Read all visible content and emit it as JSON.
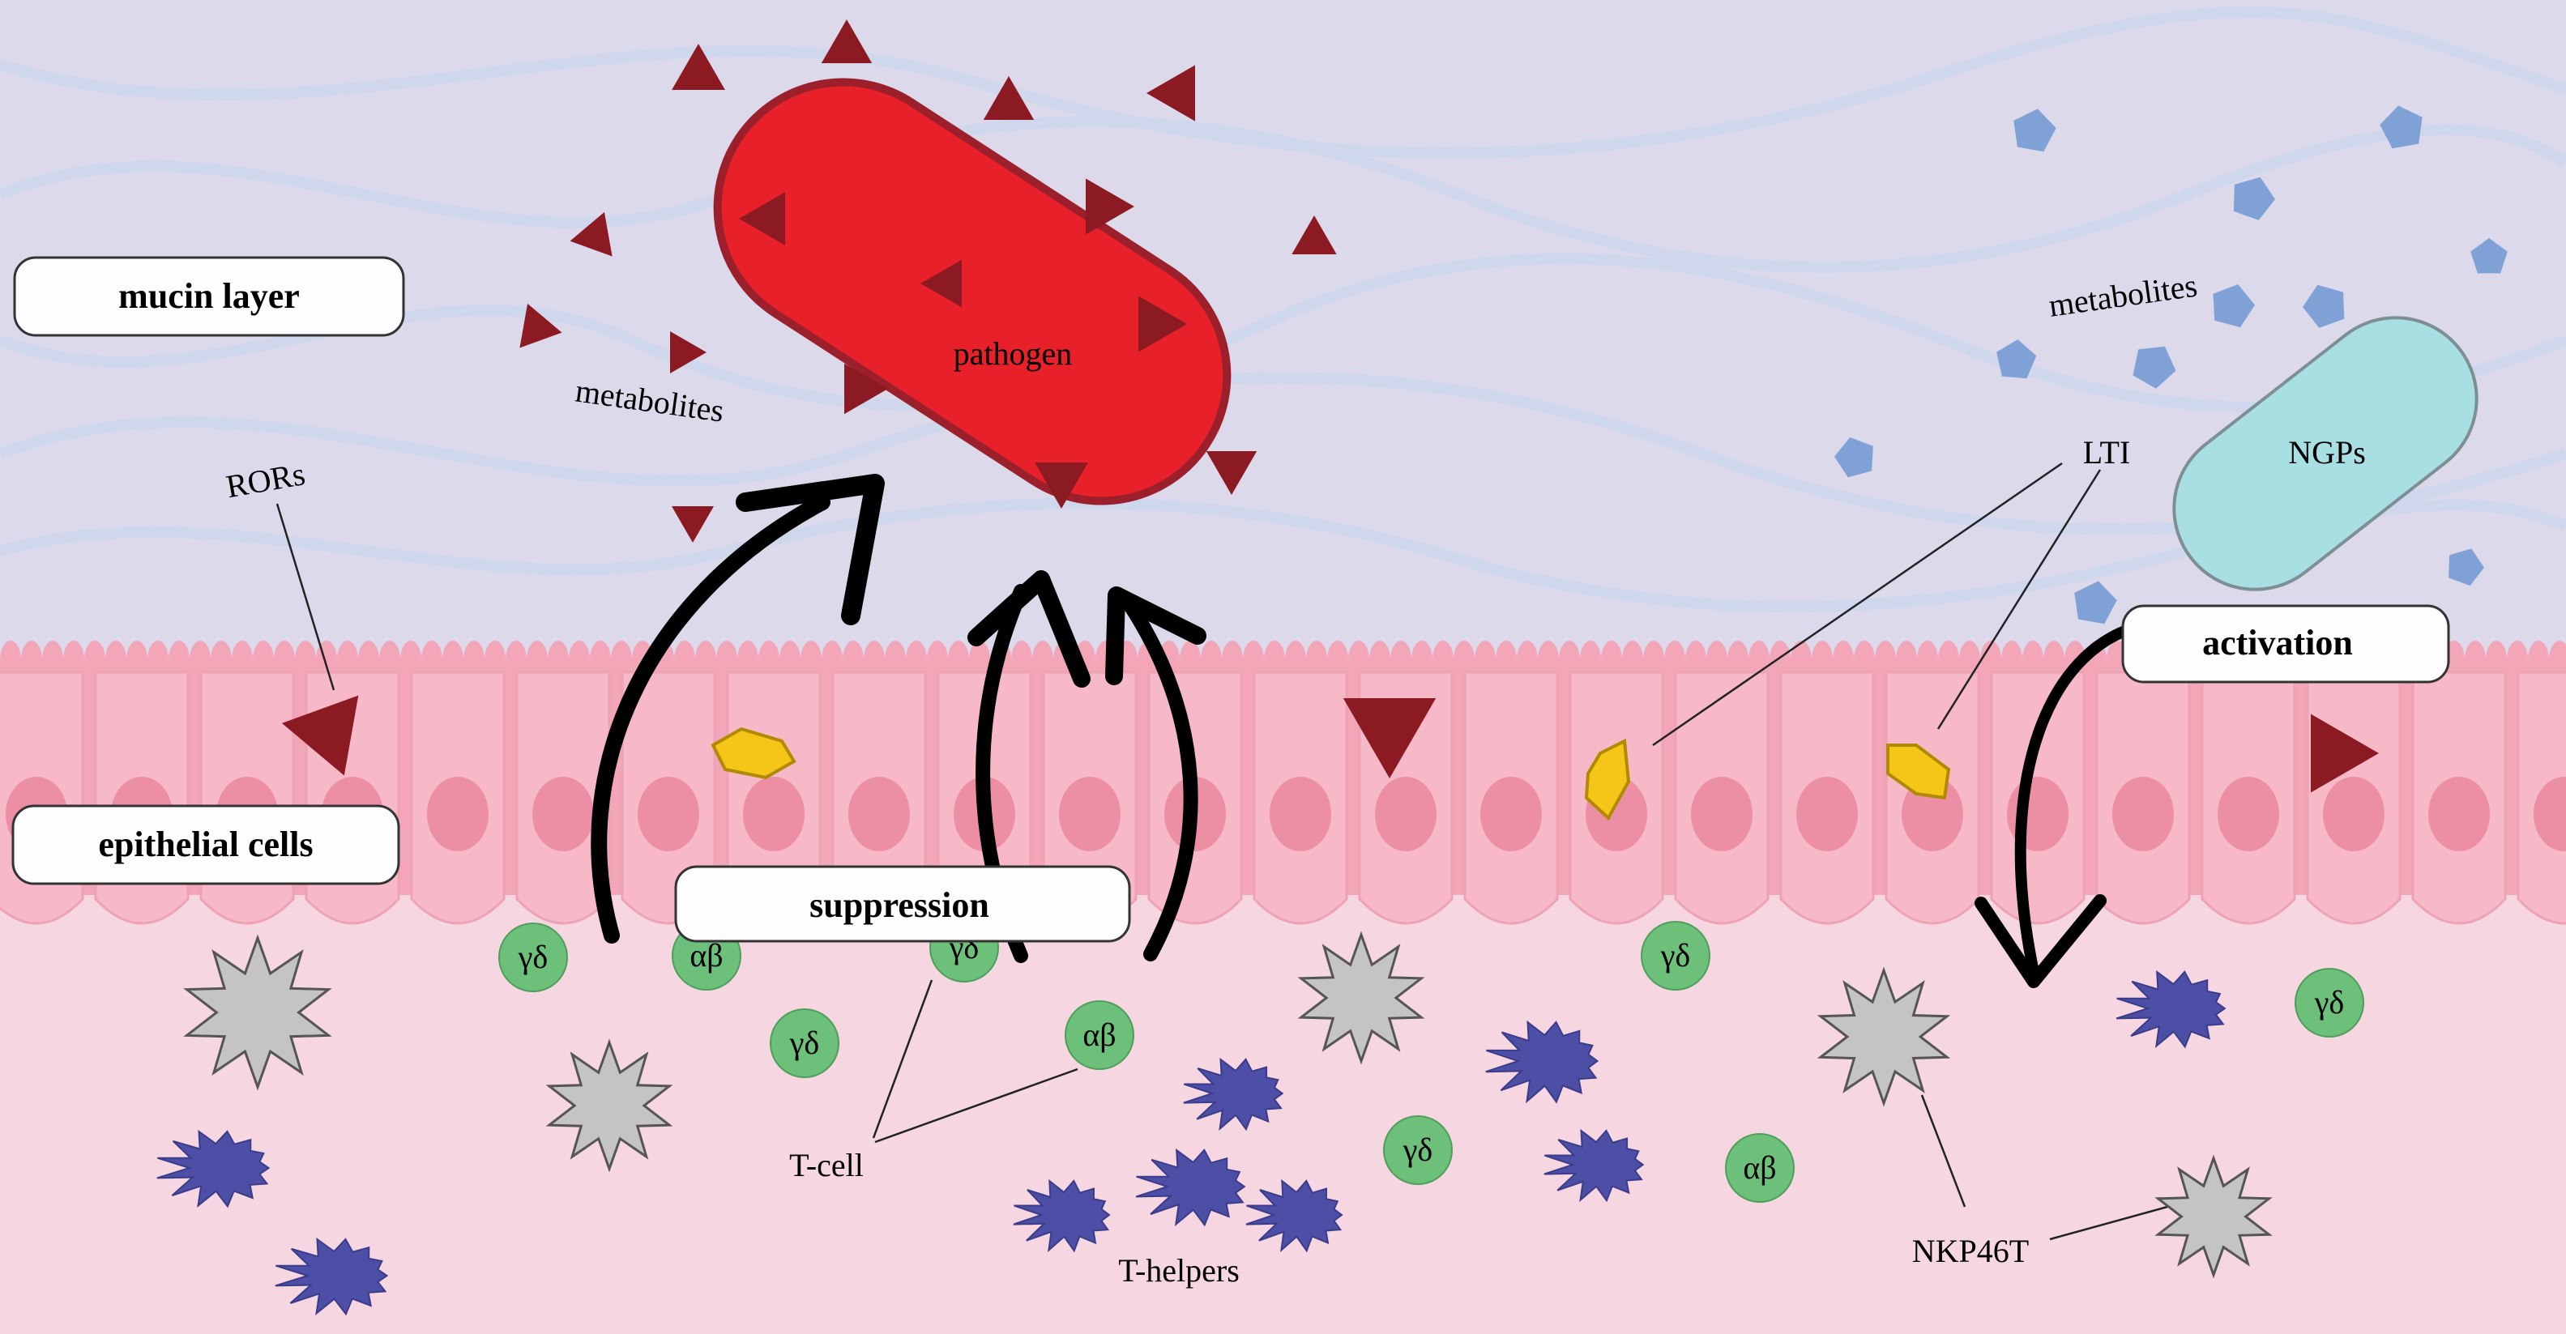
{
  "labels": {
    "mucin_layer": "mucin layer",
    "epithelial_cells": "epithelial cells",
    "suppression": "suppression",
    "activation": "activation",
    "pathogen": "pathogen",
    "metabolites_left": "metabolites",
    "metabolites_right": "metabolites",
    "rors": "RORs",
    "lti": "LTI",
    "ngps": "NGPs",
    "t_cell": "T-cell",
    "t_helpers": "T-helpers",
    "nkp46t": "NKP46T"
  },
  "cell_types": {
    "gamma_delta": "γδ",
    "alpha_beta": "αβ"
  },
  "colors": {
    "background_mucin": "#dcd9eb",
    "mucin_waves": "#c9d3ea",
    "epithelium": "#f2a6b8",
    "epithelium_cell": "#f7b9c7",
    "nucleus": "#ec8fa5",
    "lamina": "#f6d6e1",
    "pathogen": "#e8202a",
    "pathogen_border": "#9c1f2c",
    "metabolite_dark": "#8b1a22",
    "metabolite_blue": "#7fa1d6",
    "ngps": "#a7dfe3",
    "t_cell_green": "#6cc07a",
    "t_helper_blue": "#4d4fa6",
    "nk_gray": "#c4c4c4",
    "lti_yellow": "#f5c518"
  }
}
